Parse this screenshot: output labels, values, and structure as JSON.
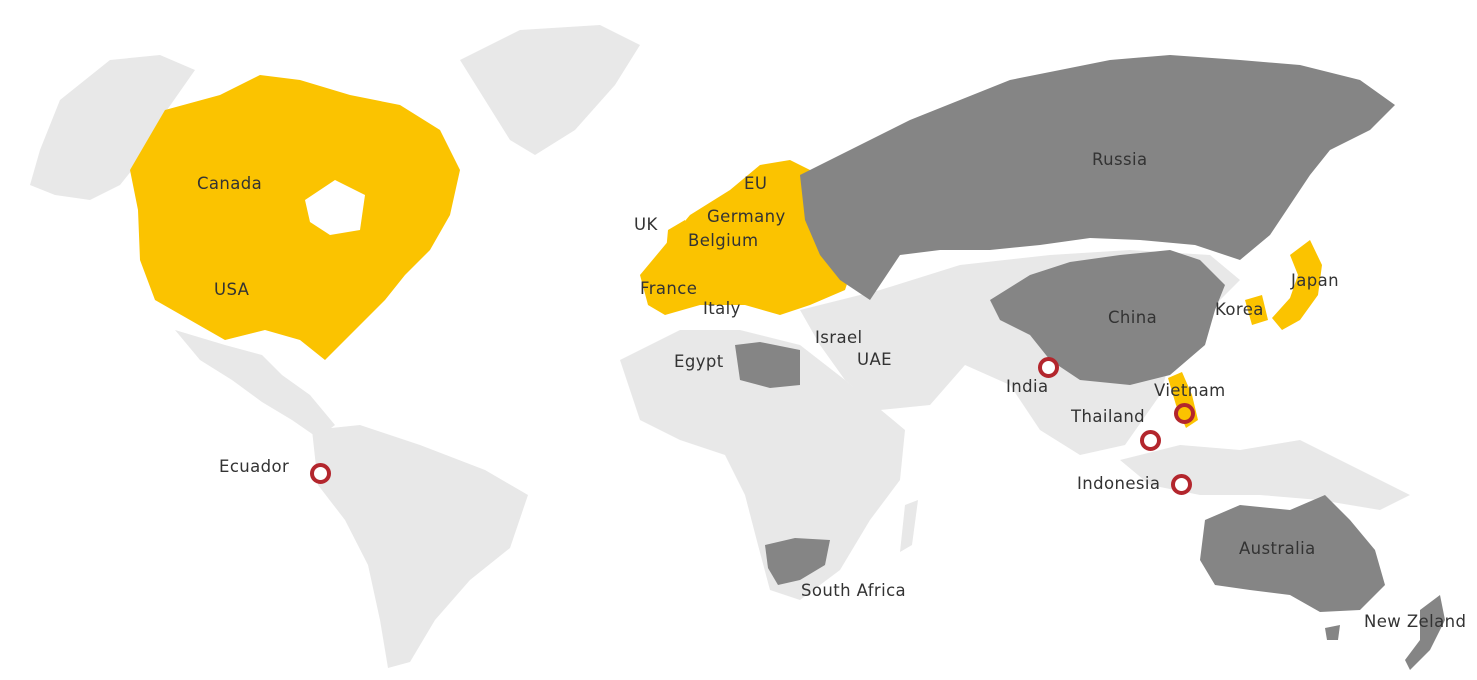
{
  "colors": {
    "land": "#e8e8e8",
    "highlight": "#fbc300",
    "dark": "#858585",
    "marker": "#b3262d",
    "text": "#333333"
  },
  "labels": {
    "canada": "Canada",
    "usa": "USA",
    "eu": "EU",
    "germany": "Germany",
    "uk": "UK",
    "belgium": "Belgium",
    "france": "France",
    "italy": "Italy",
    "russia": "Russia",
    "china": "China",
    "korea": "Korea",
    "japan": "Japan",
    "israel": "Israel",
    "uae": "UAE",
    "egypt": "Egypt",
    "india": "India",
    "vietnam": "Vietnam",
    "thailand": "Thailand",
    "indonesia": "Indonesia",
    "ecuador": "Ecuador",
    "australia": "Australia",
    "south_africa": "South Africa",
    "new_zealand": "New Zeland"
  },
  "markers": [
    "india",
    "vietnam",
    "thailand",
    "indonesia",
    "ecuador"
  ]
}
